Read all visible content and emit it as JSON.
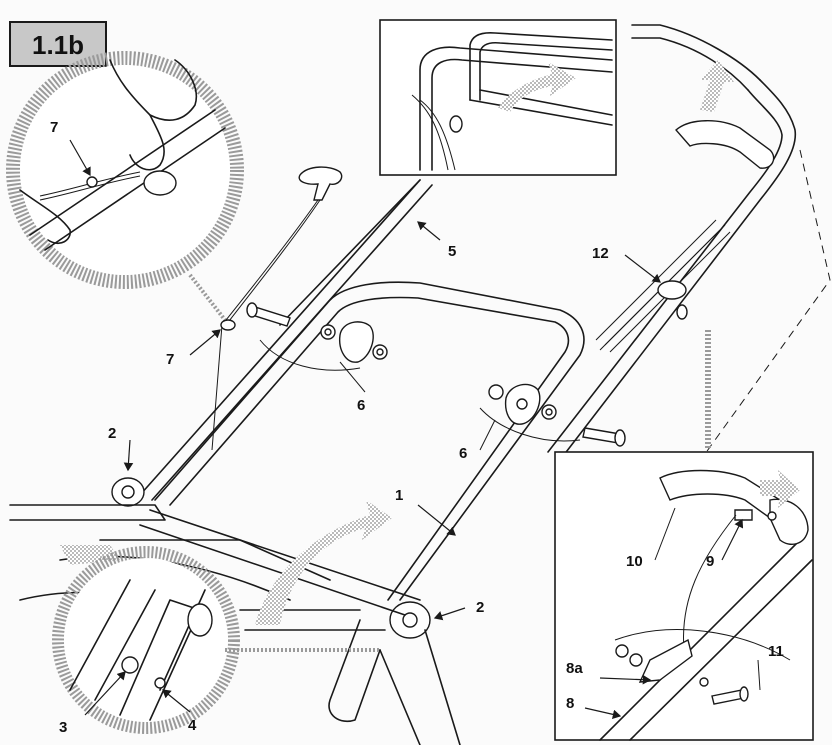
{
  "figure_tag": "1.1b",
  "callouts": {
    "c1": "1",
    "c2a": "2",
    "c2b": "2",
    "c3": "3",
    "c4": "4",
    "c5": "5",
    "c6a": "6",
    "c6b": "6",
    "c7a": "7",
    "c7b": "7",
    "c8": "8",
    "c8a": "8a",
    "c9": "9",
    "c10": "10",
    "c11": "11",
    "c12": "12"
  },
  "colors": {
    "ink": "#1a1a1a",
    "halftone_gray": "#bdbdbd",
    "tag_background": "#c8c8c8"
  }
}
